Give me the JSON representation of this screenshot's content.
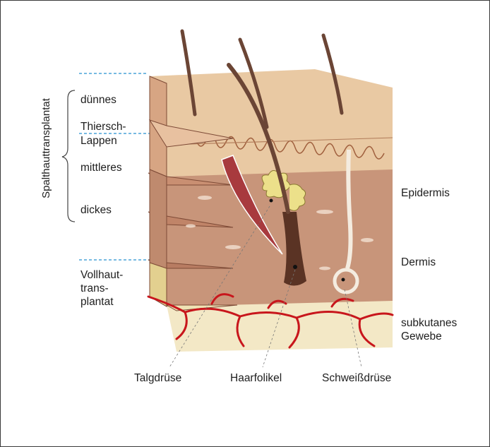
{
  "labels": {
    "split_graft": "Spalthauttransplantat",
    "thin": "dünnes",
    "thiersch": "Thiersch-",
    "lappen": "Lappen",
    "medium": "mittleres",
    "thick": "dickes",
    "full_1": "Vollhaut-",
    "full_2": "trans-",
    "full_3": "plantat",
    "epidermis": "Epidermis",
    "dermis": "Dermis",
    "subcutis_1": "subkutanes",
    "subcutis_2": "Gewebe",
    "sebaceous": "Talgdrüse",
    "follicle": "Haarfolikel",
    "sweat": "Schweißdrüse"
  },
  "colors": {
    "epidermis": "#e9c9a3",
    "dermis": "#c8957a",
    "subcutis": "#f3e8c6",
    "vessel": "#c8161c",
    "muscle": "#a83a3e",
    "dashed_line": "#4aa3d9",
    "hair": "#6b4535"
  }
}
